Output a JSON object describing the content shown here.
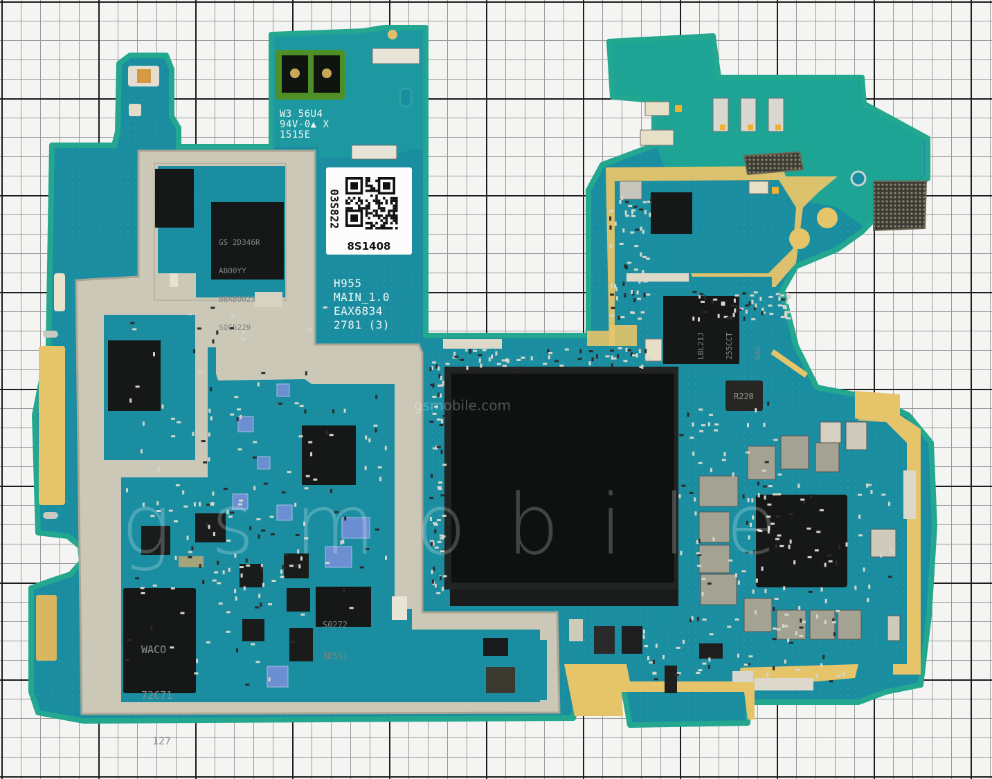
{
  "silkscreen": {
    "sensor_marking": [
      "W3 56U4",
      "94V-0▲ X",
      "1515E"
    ],
    "board_model": [
      "H955",
      "MAIN_1.0",
      "EAX6834",
      "2781 (3)"
    ]
  },
  "qr_label": {
    "side_code": "03S822",
    "bottom_code": "8S1408"
  },
  "chips": {
    "memory_top": [
      "GS 2D346R",
      "AB00YY",
      "BBAB0023",
      "SQC5229"
    ],
    "memory_bottom": [
      "WACO",
      "72C71",
      "127"
    ],
    "module_small": [
      "S0272",
      "3DS31"
    ],
    "pmic_right": [
      "LBL21J",
      "255CCT",
      "GAS"
    ],
    "inductor": "R220"
  },
  "watermark": {
    "url": "gsmobile.com",
    "word": "gsmobile"
  },
  "colors": {
    "background": "#f4f4f2",
    "grid_major": "#1c1c1c",
    "grid_minor": "#9a9a9a",
    "pcb": "#1a8ea0",
    "pcb_edge": "#23a78f",
    "shield": "#ccc8b8",
    "gold": "#e6c46a",
    "chip": "#0f1111"
  }
}
